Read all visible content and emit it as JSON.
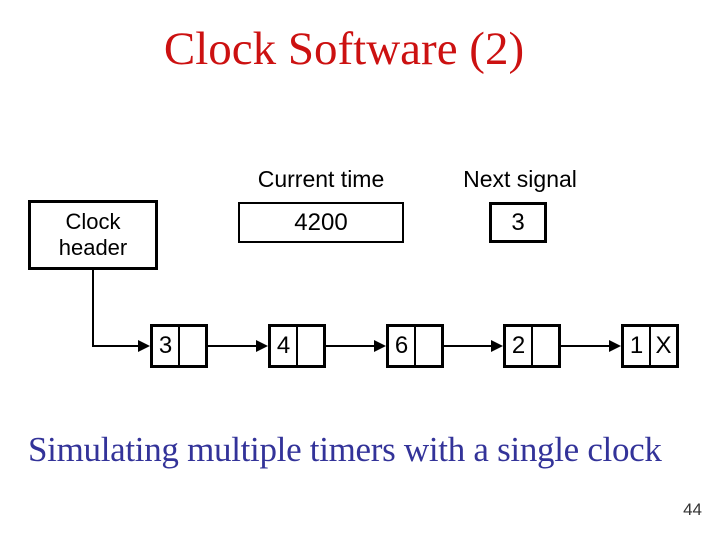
{
  "slide": {
    "title": "Clock Software (2)",
    "caption": "Simulating multiple timers with a single clock",
    "page_number": "44"
  },
  "diagram": {
    "clock_header": {
      "label": "Clock header"
    },
    "current_time": {
      "label": "Current time",
      "value": "4200"
    },
    "next_signal": {
      "label": "Next signal",
      "value": "3"
    },
    "nodes": [
      {
        "value": "3",
        "pointer": ""
      },
      {
        "value": "4",
        "pointer": ""
      },
      {
        "value": "6",
        "pointer": ""
      },
      {
        "value": "2",
        "pointer": ""
      },
      {
        "value": "1",
        "pointer": "X"
      }
    ]
  },
  "colors": {
    "title_red": "#cc1111",
    "caption_blue": "#333399",
    "line_black": "#000000",
    "background": "#ffffff"
  }
}
